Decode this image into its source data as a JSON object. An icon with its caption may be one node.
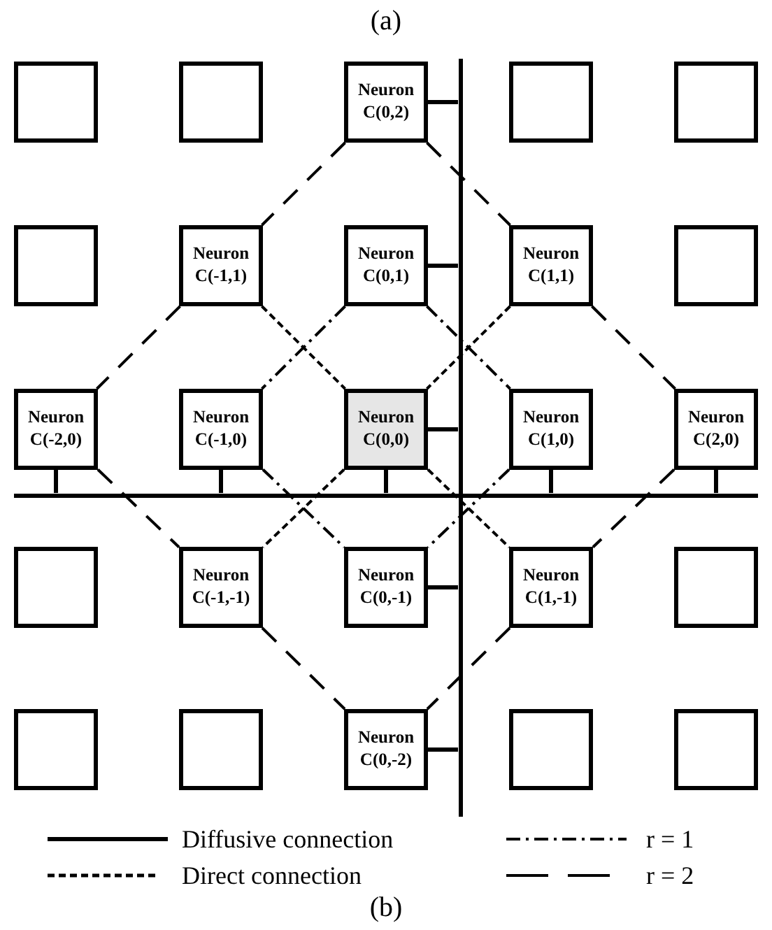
{
  "diagram": {
    "nodes": [
      {
        "text": [],
        "shape": "box"
      },
      {
        "text": [],
        "shape": "box"
      },
      {
        "text": [
          "Neuron C(0,2)"
        ]
      },
      {
        "text": [],
        "shape": "box"
      },
      {
        "text": [],
        "shape": "box"
      },
      {
        "text": [],
        "shape": "box"
      },
      {
        "text": [
          "Neuron C(-1,1)"
        ]
      },
      {
        "text": [
          "Neuron C(0,1)"
        ]
      },
      {
        "text": [
          "Neuron C(1,1)"
        ]
      },
      {
        "text": [],
        "shape": "box"
      },
      {
        "text": [
          "Neuron C(-2,0)"
        ]
      },
      {
        "text": [
          "Neuron C(-1,0)"
        ]
      },
      {
        "text": [
          "Neuron C(0,0)"
        ]
      },
      {
        "text": [
          "Neuron C(1,0)"
        ]
      },
      {
        "text": [
          "Neuron C(2,0)"
        ]
      },
      {
        "text": [],
        "shape": "box"
      },
      {
        "text": [
          "Neuron C(-1,-1)"
        ]
      },
      {
        "text": [
          "Neuron C(0,-1)"
        ]
      },
      {
        "text": [
          "Neuron C(1,-1)"
        ]
      },
      {
        "text": [],
        "shape": "box"
      },
      {
        "text": [],
        "shape": "box"
      },
      {
        "text": [],
        "shape": "box"
      },
      {
        "text": [
          "Neuron C(0,-2)"
        ]
      },
      {
        "text": [],
        "shape": "box"
      },
      {
        "text": [],
        "shape": "box"
      },
      {
        "text": [],
        "shape": "bar"
      },
      {
        "text": [],
        "shape": "bar"
      }
    ],
    "edges": [
      {
        "from": 2,
        "to": 6,
        "arrow": "none",
        "style": "dashed"
      },
      {
        "from": 2,
        "to": 8,
        "arrow": "none",
        "style": "dashed"
      },
      {
        "from": 6,
        "to": 10,
        "arrow": "none",
        "style": "dashed"
      },
      {
        "from": 8,
        "to": 14,
        "arrow": "none",
        "style": "dashed"
      },
      {
        "from": 10,
        "to": 16,
        "arrow": "none",
        "style": "dashed"
      },
      {
        "from": 14,
        "to": 18,
        "arrow": "none",
        "style": "dashed"
      },
      {
        "from": 16,
        "to": 22,
        "arrow": "none",
        "style": "dashed"
      },
      {
        "from": 18,
        "to": 22,
        "arrow": "none",
        "style": "dashed"
      },
      {
        "from": 7,
        "to": 11,
        "arrow": "none",
        "style": "dashed"
      },
      {
        "from": 7,
        "to": 13,
        "arrow": "none",
        "style": "dashed"
      },
      {
        "from": 11,
        "to": 17,
        "arrow": "none",
        "style": "dashed"
      },
      {
        "from": 13,
        "to": 17,
        "arrow": "none",
        "style": "dashed"
      },
      {
        "from": 6,
        "to": 12,
        "arrow": "none",
        "style": "dashed"
      },
      {
        "from": 8,
        "to": 12,
        "arrow": "none",
        "style": "dashed"
      },
      {
        "from": 12,
        "to": 16,
        "arrow": "none",
        "style": "dashed"
      },
      {
        "from": 12,
        "to": 18,
        "arrow": "none",
        "style": "dashed"
      },
      {
        "from": 2,
        "to": 25,
        "arrow": "none"
      },
      {
        "from": 7,
        "to": 25,
        "arrow": "none"
      },
      {
        "from": 12,
        "to": 25,
        "arrow": "none"
      },
      {
        "from": 17,
        "to": 25,
        "arrow": "none"
      },
      {
        "from": 22,
        "to": 25,
        "arrow": "none"
      },
      {
        "from": 10,
        "to": 26,
        "arrow": "none"
      },
      {
        "from": 11,
        "to": 26,
        "arrow": "none"
      },
      {
        "from": 12,
        "to": 26,
        "arrow": "none"
      },
      {
        "from": 13,
        "to": 26,
        "arrow": "none"
      },
      {
        "from": 14,
        "to": 26,
        "arrow": "none"
      }
    ],
    "labels": [
      "(a)",
      "(b)"
    ],
    "legend": [
      {
        "text": "Diffusive connection"
      },
      {
        "text": "r = 1"
      },
      {
        "text": "Direct connection"
      },
      {
        "text": "r = 2"
      }
    ]
  }
}
